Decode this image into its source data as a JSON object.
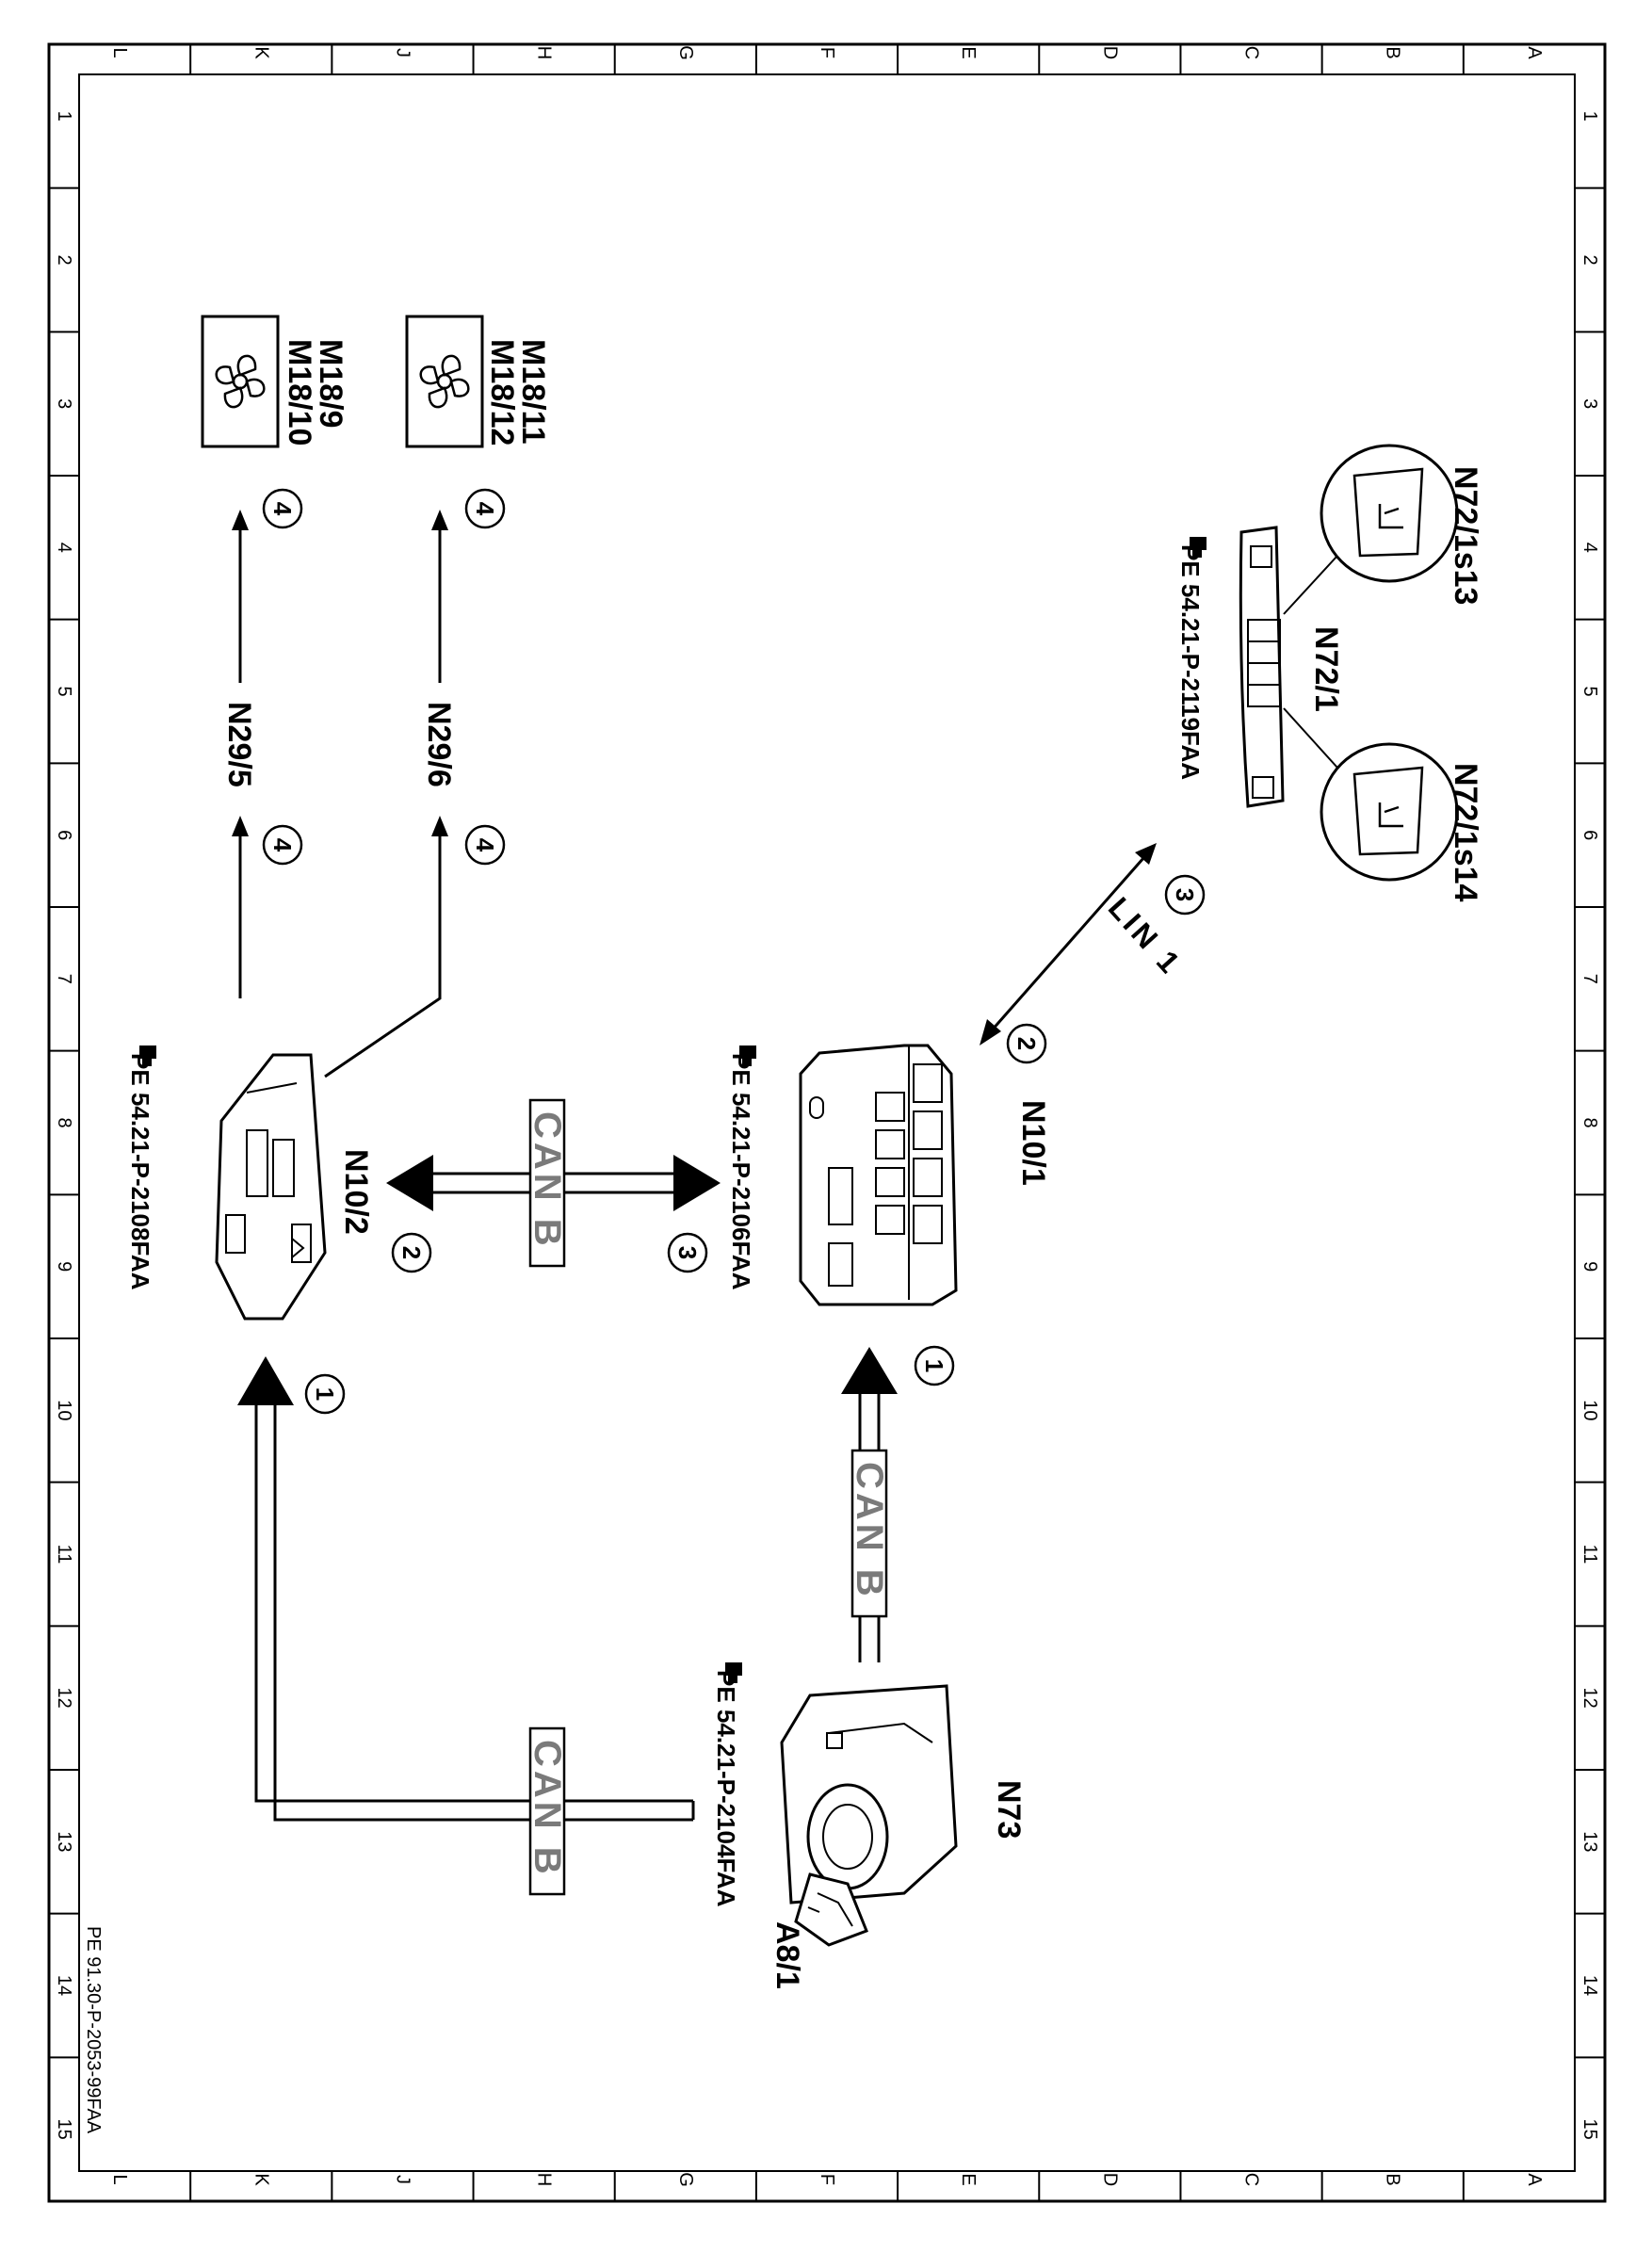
{
  "grid": {
    "columns": [
      "L",
      "K",
      "J",
      "H",
      "G",
      "F",
      "E",
      "D",
      "C",
      "B",
      "A"
    ],
    "rows": [
      "1",
      "2",
      "3",
      "4",
      "5",
      "6",
      "7",
      "8",
      "9",
      "10",
      "11",
      "12",
      "13",
      "14",
      "15"
    ]
  },
  "document_id": "PE 91.30-P-2053-99FAA",
  "components": {
    "n72_1s13": "N72/1s13",
    "n72_1s14": "N72/1s14",
    "n72_1": "N72/1",
    "n10_1": "N10/1",
    "n10_2": "N10/2",
    "n73": "N73",
    "a8_1": "A8/1",
    "m18_11": "M18/11",
    "m18_12": "M18/12",
    "m18_9": "M18/9",
    "m18_10": "M18/10",
    "n29_5": "N29/5",
    "n29_6": "N29/6"
  },
  "references": {
    "n72_1": "PE 54.21-P-2119FAA",
    "n10_1": "PE 54.21-P-2106FAA",
    "n10_2": "PE 54.21-P-2108FAA",
    "n73": "PE 54.21-P-2104FAA"
  },
  "buses": {
    "can_b": "CAN B",
    "lin_1": "LIN 1"
  },
  "steps": {
    "one": "1",
    "two": "2",
    "three": "3",
    "four": "4"
  }
}
